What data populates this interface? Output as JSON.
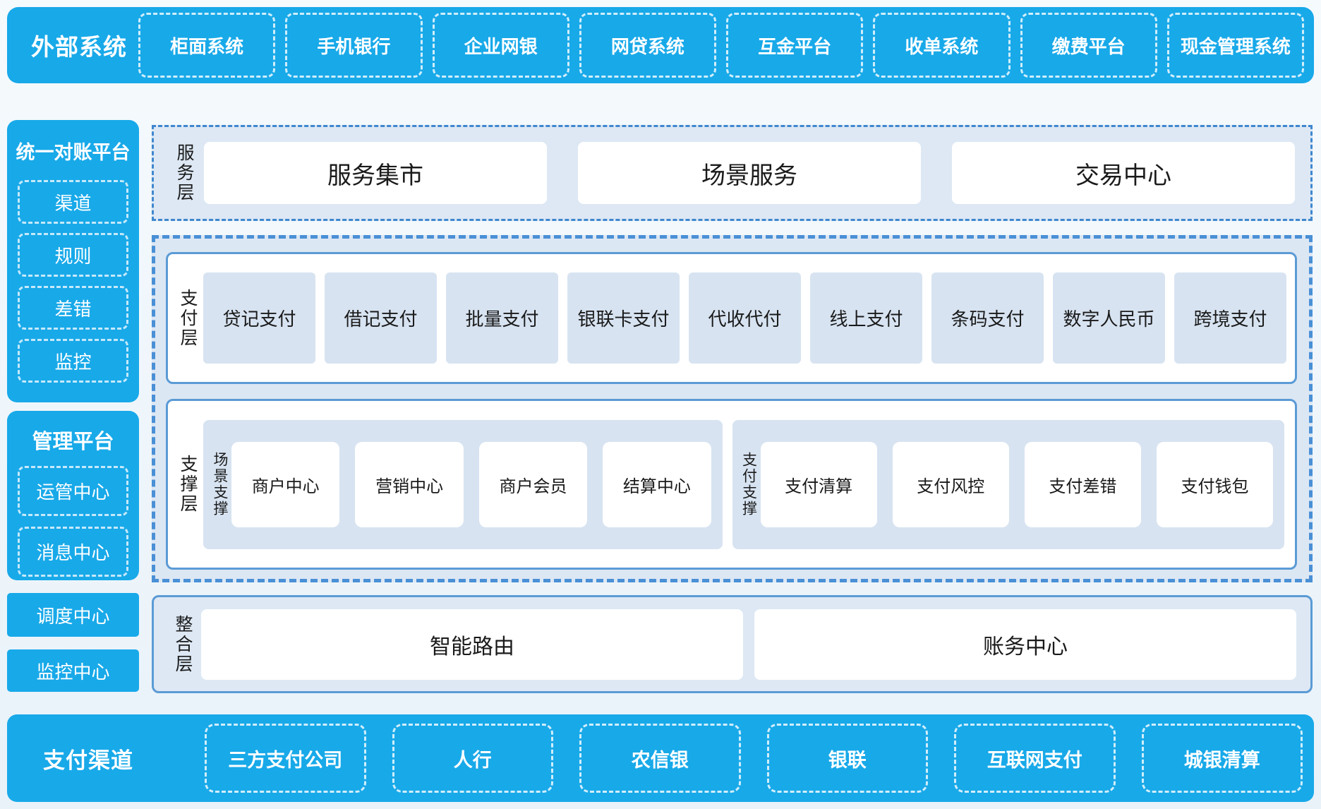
{
  "colors": {
    "brand_blue": "#18a9e9",
    "panel_bg_light": "#dde8f4",
    "item_bg_light": "#d7e3f1",
    "solid_border": "#5b9bd5",
    "dashed_border": "#4a90d6",
    "white_dash": "rgba(255,255,255,0.8)",
    "text_dark": "#1a1a1a"
  },
  "top_bar": {
    "title": "外部系统",
    "items": [
      "柜面系统",
      "手机银行",
      "企业网银",
      "网贷系统",
      "互金平台",
      "收单系统",
      "缴费平台",
      "现金管理系统"
    ]
  },
  "sidebar": {
    "reconciliation": {
      "title": "统一对账平台",
      "items": [
        "渠道",
        "规则",
        "差错",
        "监控"
      ]
    },
    "management": {
      "title": "管理平台",
      "items": [
        "运管中心",
        "消息中心"
      ]
    },
    "buttons": [
      "调度中心",
      "监控中心"
    ]
  },
  "layers": {
    "service": {
      "label": "服务层",
      "items": [
        "服务集市",
        "场景服务",
        "交易中心"
      ]
    },
    "payment": {
      "label": "支付层",
      "items": [
        "贷记支付",
        "借记支付",
        "批量支付",
        "银联卡支付",
        "代收代付",
        "线上支付",
        "条码支付",
        "数字人民币",
        "跨境支付"
      ]
    },
    "support": {
      "label": "支撑层",
      "groups": [
        {
          "label": "场景支撑",
          "items": [
            "商户中心",
            "营销中心",
            "商户会员",
            "结算中心"
          ]
        },
        {
          "label": "支付支撑",
          "items": [
            "支付清算",
            "支付风控",
            "支付差错",
            "支付钱包"
          ]
        }
      ]
    },
    "integration": {
      "label": "整合层",
      "items": [
        "智能路由",
        "账务中心"
      ]
    }
  },
  "bottom_bar": {
    "title": "支付渠道",
    "items": [
      "三方支付公司",
      "人行",
      "农信银",
      "银联",
      "互联网支付",
      "城银清算"
    ]
  }
}
